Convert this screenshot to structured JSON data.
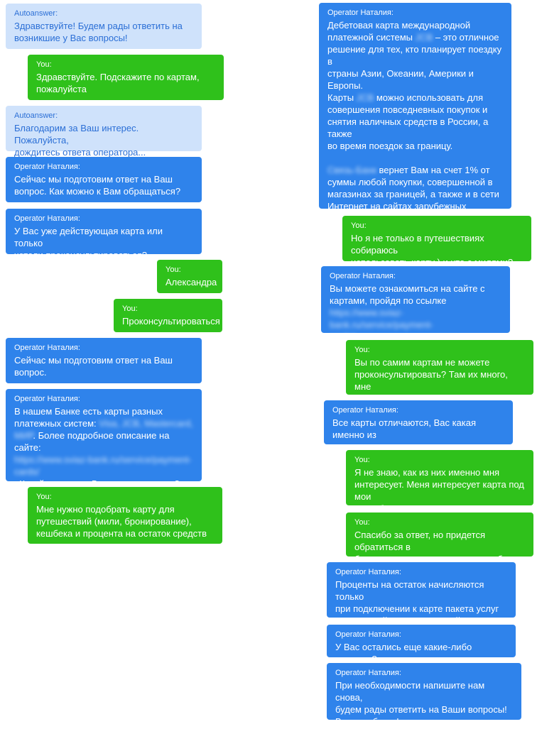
{
  "messages": [
    {
      "sender": "Autoanswer:",
      "text": "Здравствуйте! Будем рады ответить на\nвозникшие у Вас вопросы!"
    },
    {
      "sender": "You:",
      "text": "Здравствуйте. Подскажите по картам,\nпожалуйста"
    },
    {
      "sender": "Autoanswer:",
      "text": "Благодарим за Ваш интерес. Пожалуйста,\nдождитесь ответа оператора..."
    },
    {
      "sender": "Operator Наталия:",
      "text": "Сейчас мы подготовим ответ на Ваш\nвопрос. Как можно к Вам обращаться?"
    },
    {
      "sender": "Operator Наталия:",
      "text": "У Вас уже действующая карта или только\nхотели проконсультироваться?"
    },
    {
      "sender": "You:",
      "text": "Александра"
    },
    {
      "sender": "You:",
      "text": "Проконсультироваться"
    },
    {
      "sender": "Operator Наталия:",
      "text": "Сейчас мы подготовим ответ на Ваш\nвопрос."
    },
    {
      "sender": "Operator Наталия:",
      "text_a": "В нашем Банке есть карты разных\nплатежных систем: ",
      "text_blur1": "Visa, JCB, Mastercard,\nMИР",
      "text_b": ". Более подробное описание на сайте:",
      "text_blur2": "https://www.sviaz-bank.ru/service/payment-\ncards/",
      "text_c": ". Какой тип карты Вас заинтересовал?"
    },
    {
      "sender": "You:",
      "text": "Мне нужно подобрать карту для\nпутешествий (мили, бронирование),\nкешбека и процента на остаток средств"
    },
    {
      "sender": "Operator Наталия:",
      "text_a": "Дебетовая карта международной\nплатежной системы ",
      "text_blur1": "JCB",
      "text_b": " – это отличное\nрешение для тех, кто планирует поездку в\nстраны Азии, Океании, Америки и Европы.\nКарты ",
      "text_blur2": "JCB",
      "text_c": " можно использовать для\nсовершения повседневных покупок и\nснятия наличных средств в России, а также\nво время поездок за границу.",
      "text_blur3": "Связь-Банк",
      "text_d": " вернет Вам на счет 1% от\nсуммы любой покупки, совершенной в\nмагазинах за границей, а также и в сети\nИнтернет на сайтах зарубежных компаний.\n\nВалюта, в которой может быть выпущена\nкарта"
    },
    {
      "sender": "You:",
      "text": "Но я не только в путешествиях собираюсь\nиспользовать карту ) и что с милями?"
    },
    {
      "sender": "Operator Наталия:",
      "text_a": "Вы можете ознакомиться на сайте с\nкартами, пройдя по ссылке",
      "text_blur1": "https://www.sviaz-bank.ru/service/payment-\ncards/"
    },
    {
      "sender": "You:",
      "text": "Вы по самим картам не можете\nпроконсультировать? Там их много, мне\nсложно разобраться"
    },
    {
      "sender": "Operator Наталия:",
      "text": "Все карты отличаются, Вас какая именно из\nних интересует."
    },
    {
      "sender": "You:",
      "text": "Я не знаю, как из них именно мня\nинтересует. Меня интересует карта под мои\nпотребности"
    },
    {
      "sender": "You:",
      "text": "Спасибо за ответ, но придется обратиться в\nбанк, где мне смогут помочь с выбором"
    },
    {
      "sender": "Operator Наталия:",
      "text": "Проценты на остаток начисляются только\nпри подключении к карте пакета услуг\nЗарплатный или пенсионный."
    },
    {
      "sender": "Operator Наталия:",
      "text": "У Вас остались еще какие-либо вопросы?"
    },
    {
      "sender": "Operator Наталия:",
      "text": "При необходимости напишите нам снова,\nбудем рады ответить на Ваши вопросы!\nВсего доброго!"
    }
  ]
}
